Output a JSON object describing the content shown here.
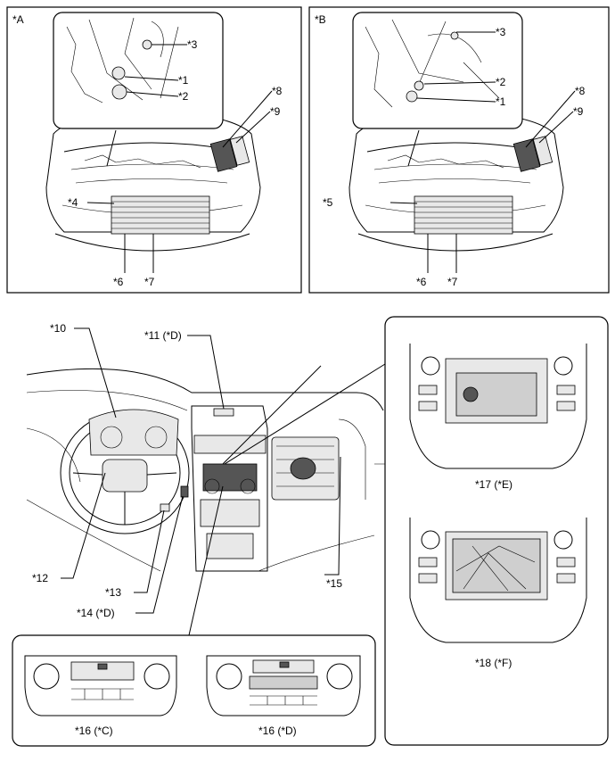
{
  "panels": {
    "a": {
      "title": "*A"
    },
    "b": {
      "title": "*B"
    }
  },
  "callouts": {
    "c1a": "*1",
    "c2a": "*2",
    "c3a": "*3",
    "c4": "*4",
    "c6a": "*6",
    "c7a": "*7",
    "c8a": "*8",
    "c9a": "*9",
    "c1b": "*1",
    "c2b": "*2",
    "c3b": "*3",
    "c5": "*5",
    "c6b": "*6",
    "c7b": "*7",
    "c8b": "*8",
    "c9b": "*9",
    "c10": "*10",
    "c11": "*11 (*D)",
    "c12": "*12",
    "c13": "*13",
    "c14": "*14 (*D)",
    "c15": "*15",
    "c16c": "*16 (*C)",
    "c16d": "*16 (*D)",
    "c17": "*17 (*E)",
    "c18": "*18 (*F)"
  }
}
